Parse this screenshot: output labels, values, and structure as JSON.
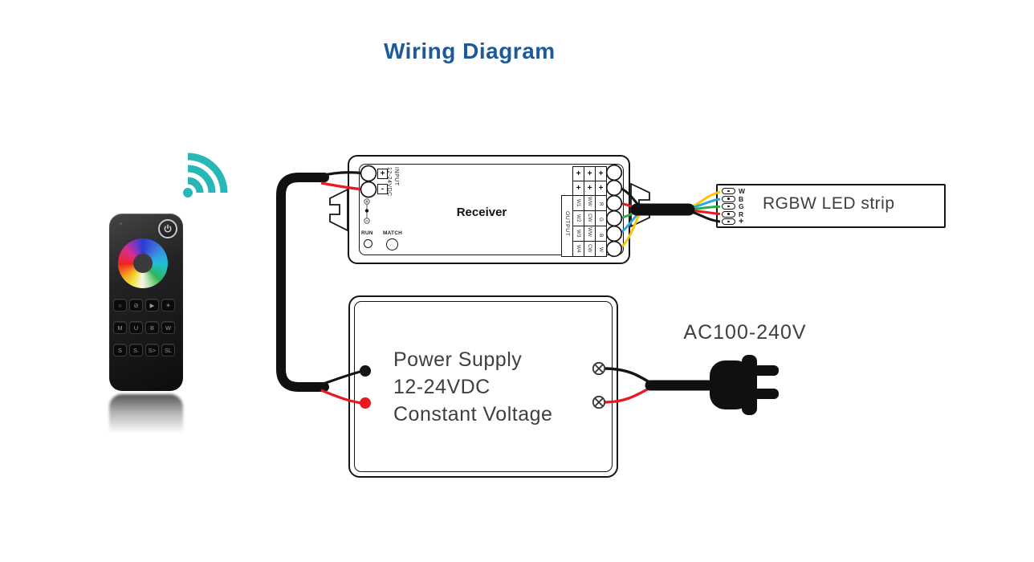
{
  "title": "Wiring Diagram",
  "colors": {
    "title_blue": "#1c5a9c",
    "wifi_teal": "#27b7b7",
    "wire_black": "#141414",
    "wire_red": "#e8191f",
    "wire_green": "#2eac4a",
    "wire_blue": "#2aa8e0",
    "wire_yellow": "#fdc40e"
  },
  "remote": {
    "power_icon": "power-symbol",
    "wifi_icon": "wifi-signal",
    "buttons": [
      [
        "○",
        "⊘",
        "▶",
        "☀"
      ],
      [
        "M",
        "U",
        "B",
        "W"
      ],
      [
        "S",
        "S.",
        "S>",
        "SL"
      ]
    ]
  },
  "receiver": {
    "label": "Receiver",
    "input_plus": "+",
    "input_minus": "-",
    "input_label": "INPUT",
    "input_voltage": "12-24VDC",
    "run_label": "RUN",
    "match_label": "MATCH",
    "output_label": "OUTPUT",
    "output_grid": [
      [
        "+",
        "+",
        "+"
      ],
      [
        "+",
        "+",
        "+"
      ],
      [
        "W1",
        "WW",
        "R"
      ],
      [
        "W2",
        "CW",
        "G"
      ],
      [
        "W3",
        "WW",
        "B"
      ],
      [
        "W4",
        "CW",
        "W"
      ]
    ]
  },
  "led_strip": {
    "label": "RGBW LED strip",
    "pads": [
      "W",
      "B",
      "G",
      "R",
      "+"
    ]
  },
  "power_supply": {
    "lines": [
      "Power Supply",
      "12-24VDC",
      "Constant Voltage"
    ]
  },
  "ac_label": "AC100-240V"
}
